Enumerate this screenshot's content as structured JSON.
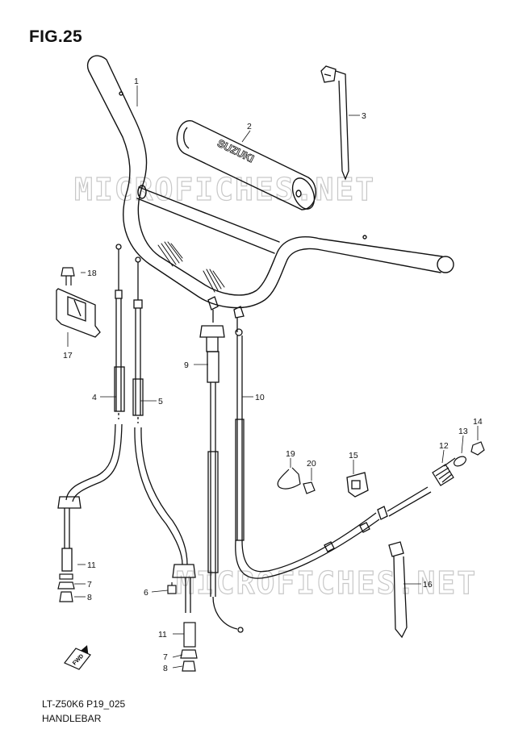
{
  "figure": {
    "title": "FIG.25"
  },
  "footer": {
    "model_code": "LT-Z50K6 P19_025",
    "section_name": "HANDLEBAR"
  },
  "watermark": {
    "text": "MICROFICHES.NET"
  },
  "fwd_label": "FWD",
  "grip_brand": "SUZUKI",
  "callouts": [
    {
      "id": "c1",
      "num": "1"
    },
    {
      "id": "c2",
      "num": "2"
    },
    {
      "id": "c3",
      "num": "3"
    },
    {
      "id": "c4",
      "num": "4"
    },
    {
      "id": "c5",
      "num": "5"
    },
    {
      "id": "c6",
      "num": "6"
    },
    {
      "id": "c7a",
      "num": "7"
    },
    {
      "id": "c7b",
      "num": "7"
    },
    {
      "id": "c8a",
      "num": "8"
    },
    {
      "id": "c8b",
      "num": "8"
    },
    {
      "id": "c9",
      "num": "9"
    },
    {
      "id": "c10",
      "num": "10"
    },
    {
      "id": "c11a",
      "num": "11"
    },
    {
      "id": "c11b",
      "num": "11"
    },
    {
      "id": "c12",
      "num": "12"
    },
    {
      "id": "c13",
      "num": "13"
    },
    {
      "id": "c14",
      "num": "14"
    },
    {
      "id": "c15",
      "num": "15"
    },
    {
      "id": "c16",
      "num": "16"
    },
    {
      "id": "c17",
      "num": "17"
    },
    {
      "id": "c18",
      "num": "18"
    },
    {
      "id": "c19",
      "num": "19"
    },
    {
      "id": "c20",
      "num": "20"
    }
  ]
}
